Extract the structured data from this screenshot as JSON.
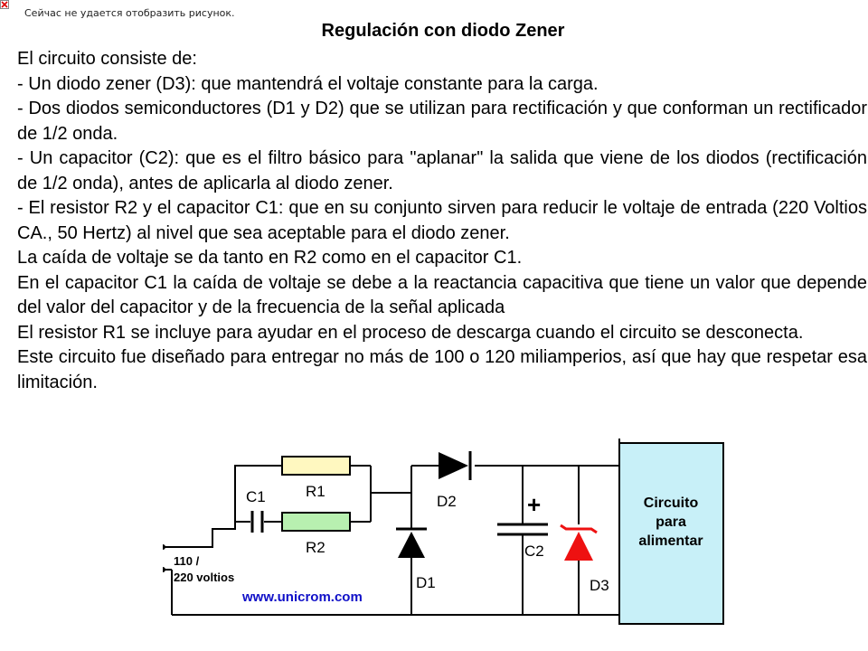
{
  "broken_image": {
    "alt_text": "Сейчас не удается отобразить рисунок.",
    "icon": "broken-image-icon"
  },
  "title": "Regulación con diodo Zener",
  "paragraphs": [
    "El circuito consiste de:",
    "- Un diodo zener (D3): que mantendrá el voltaje constante para la carga.",
    "- Dos diodos semiconductores (D1 y D2) que se utilizan para rectificación y que conforman un rectificador de 1/2 onda.",
    "- Un capacitor (C2): que es el filtro básico para \"aplanar\" la salida que viene de los diodos (rectificación de 1/2 onda), antes de aplicarla al diodo zener.",
    "- El resistor R2 y el capacitor C1: que en su conjunto sirven para reducir le voltaje de entrada (220 Voltios CA., 50 Hertz) al nivel que sea aceptable para el diodo zener.",
    "La caída de voltaje se da tanto en R2 como en el capacitor C1.",
    "En el capacitor C1 la caída de voltaje se debe a la reactancia capacitiva que tiene un valor que depende del valor del capacitor y de la frecuencia de la señal aplicada",
    "El resistor R1 se incluye para ayudar en el proceso de descarga cuando el circuito se desconecta.",
    "Este circuito fue diseñado para entregar no más de 100 o 120 miliamperios, así que hay que respetar esa limitación."
  ],
  "diagram": {
    "labels": {
      "c1": "C1",
      "r1": "R1",
      "r2": "R2",
      "d1": "D1",
      "d2": "D2",
      "c2": "C2",
      "d3": "D3",
      "plus": "+",
      "input_top": "110 /",
      "input_bottom": "220 voltios",
      "website": "www.unicrom.com",
      "load_line1": "Circuito",
      "load_line2": "para",
      "load_line3": "alimentar"
    },
    "colors": {
      "r1_fill": "#fff8c0",
      "r2_fill": "#b8f0b0",
      "zener": "#ee1111",
      "load_fill": "#c8f0f8",
      "website": "#1010c8"
    }
  }
}
